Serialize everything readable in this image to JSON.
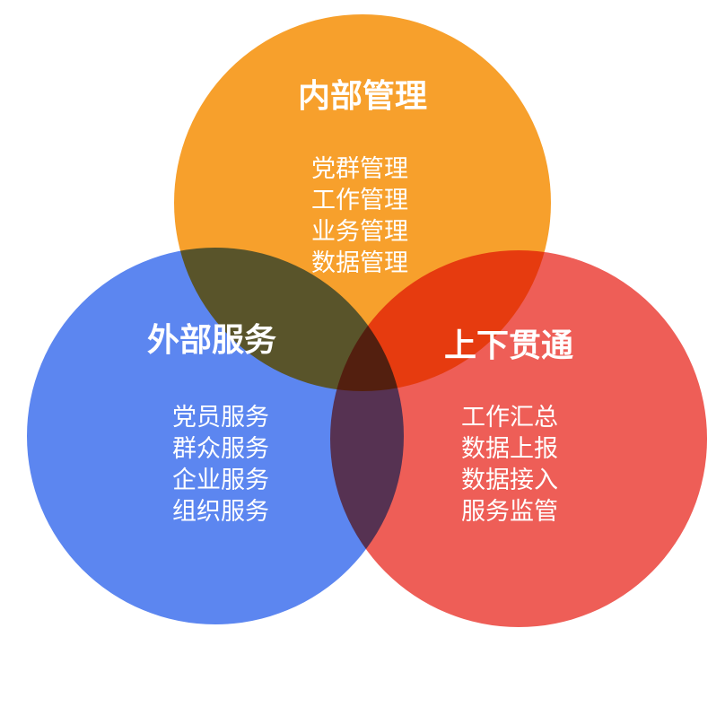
{
  "colors": {
    "top": "#F7A02C",
    "left": "#5C86F0",
    "right": "#EE5E57",
    "text": "#FFFFFF"
  },
  "sets": {
    "internal": {
      "title": "内部管理",
      "items": [
        "党群管理",
        "工作管理",
        "业务管理",
        "数据管理"
      ]
    },
    "external": {
      "title": "外部服务",
      "items": [
        "党员服务",
        "群众服务",
        "企业服务",
        "组织服务"
      ]
    },
    "vertical": {
      "title": "上下贯通",
      "items": [
        "工作汇总",
        "数据上报",
        "数据接入",
        "服务监管"
      ]
    }
  }
}
